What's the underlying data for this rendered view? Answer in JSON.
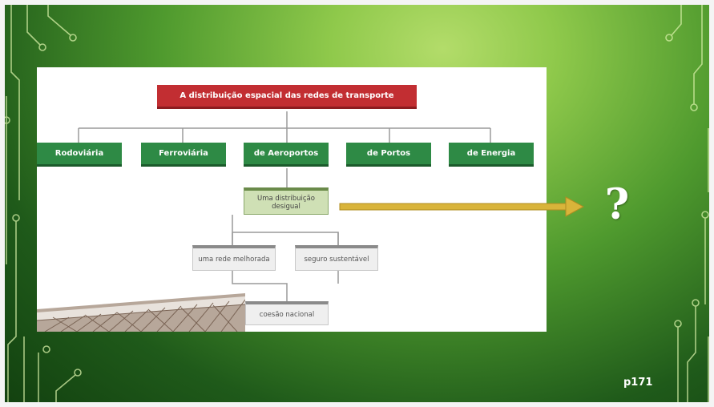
{
  "diagram": {
    "title": "A distribuição espacial das redes de transporte",
    "categories": [
      "Rodoviária",
      "Ferroviária",
      "de Aeroportos",
      "de Portos",
      "de Energia"
    ],
    "level2": "Uma distribuição desigual",
    "level3": [
      "uma rede melhorada",
      "seguro sustentável"
    ],
    "level4": "coesão nacional"
  },
  "question_mark": "?",
  "page_number": "p171",
  "colors": {
    "title_red": "#c22e32",
    "category_green": "#2e8a45",
    "arrow_gold": "#d9b43a",
    "highlight_box": "#cfe0b5"
  },
  "icons": [
    "circuit-decoration-icon",
    "arrow-right-icon",
    "question-mark-icon"
  ]
}
